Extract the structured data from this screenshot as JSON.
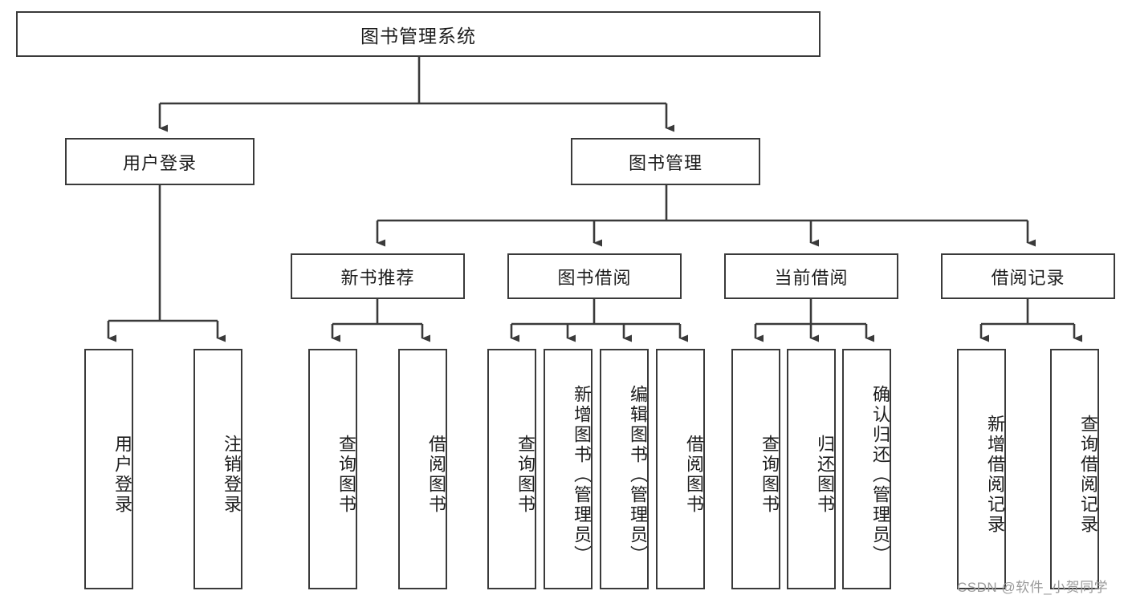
{
  "diagram": {
    "type": "hierarchy-tree",
    "title": "图书管理系统",
    "root": {
      "label": "图书管理系统"
    },
    "level1": [
      {
        "label": "用户登录"
      },
      {
        "label": "图书管理"
      }
    ],
    "level2": [
      {
        "label": "新书推荐"
      },
      {
        "label": "图书借阅"
      },
      {
        "label": "当前借阅"
      },
      {
        "label": "借阅记录"
      }
    ],
    "leaves": {
      "user_login": [
        {
          "label": "用户登录"
        },
        {
          "label": "注销登录"
        }
      ],
      "new_book_recommend": [
        {
          "label": "查询图书"
        },
        {
          "label": "借阅图书"
        }
      ],
      "book_borrow": [
        {
          "label": "查询图书"
        },
        {
          "label": "新增图书（管理员）"
        },
        {
          "label": "编辑图书（管理员）"
        },
        {
          "label": "借阅图书"
        }
      ],
      "current_borrow": [
        {
          "label": "查询图书"
        },
        {
          "label": "归还图书"
        },
        {
          "label": "确认归还（管理员）"
        }
      ],
      "borrow_record": [
        {
          "label": "新增借阅记录"
        },
        {
          "label": "查询借阅记录"
        }
      ]
    },
    "watermark": "CSDN @软件_小贺同学",
    "colors": {
      "stroke": "#3a3a3a",
      "text": "#1d1d1d",
      "background": "#ffffff",
      "watermark": "#9a9a9a"
    }
  }
}
